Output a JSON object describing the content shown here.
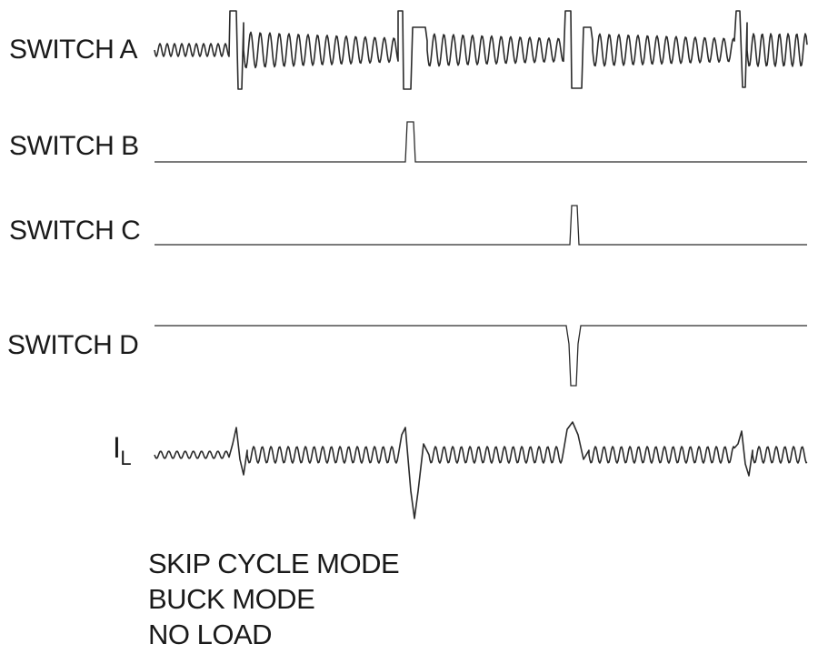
{
  "labels": {
    "switch_a": "SWITCH A",
    "switch_b": "SWITCH B",
    "switch_c": "SWITCH C",
    "switch_d": "SWITCH D",
    "il_main": "I",
    "il_sub": "L"
  },
  "notes": {
    "line1": "SKIP CYCLE MODE",
    "line2": "BUCK MODE",
    "line3": "NO LOAD"
  }
}
